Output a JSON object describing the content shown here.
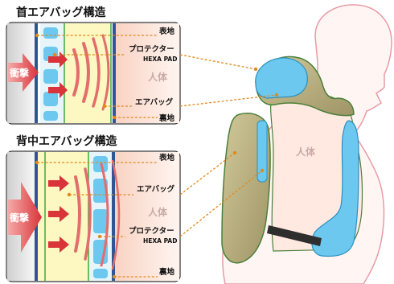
{
  "neck_section": {
    "title": "首エアバッグ構造",
    "labels": {
      "outer": "表地",
      "protector": "プロテクター",
      "hexa": "HEXA PAD",
      "body": "人体",
      "airbag": "エアバッグ",
      "lining": "裏地",
      "impact": "衝撃"
    }
  },
  "back_section": {
    "title": "背中エアバッグ構造",
    "labels": {
      "outer": "表地",
      "airbag": "エアバッグ",
      "body": "人体",
      "protector": "プロテクター",
      "hexa": "HEXA PAD",
      "lining": "裏地",
      "impact": "衝撃"
    }
  },
  "figure": {
    "body_label": "人体"
  },
  "colors": {
    "impact_arrow": "#d8343a",
    "shock_wave": "#e36d6d",
    "blue_stripe": "#2f5597",
    "protector_blue": "#6cc8ee",
    "airbag_fill": "#fdf7c2",
    "airbag_line": "#3caa3c",
    "body_fill": "#fde6dc",
    "vest_khaki": "#b9ae78",
    "leader": "#e08a1e"
  }
}
